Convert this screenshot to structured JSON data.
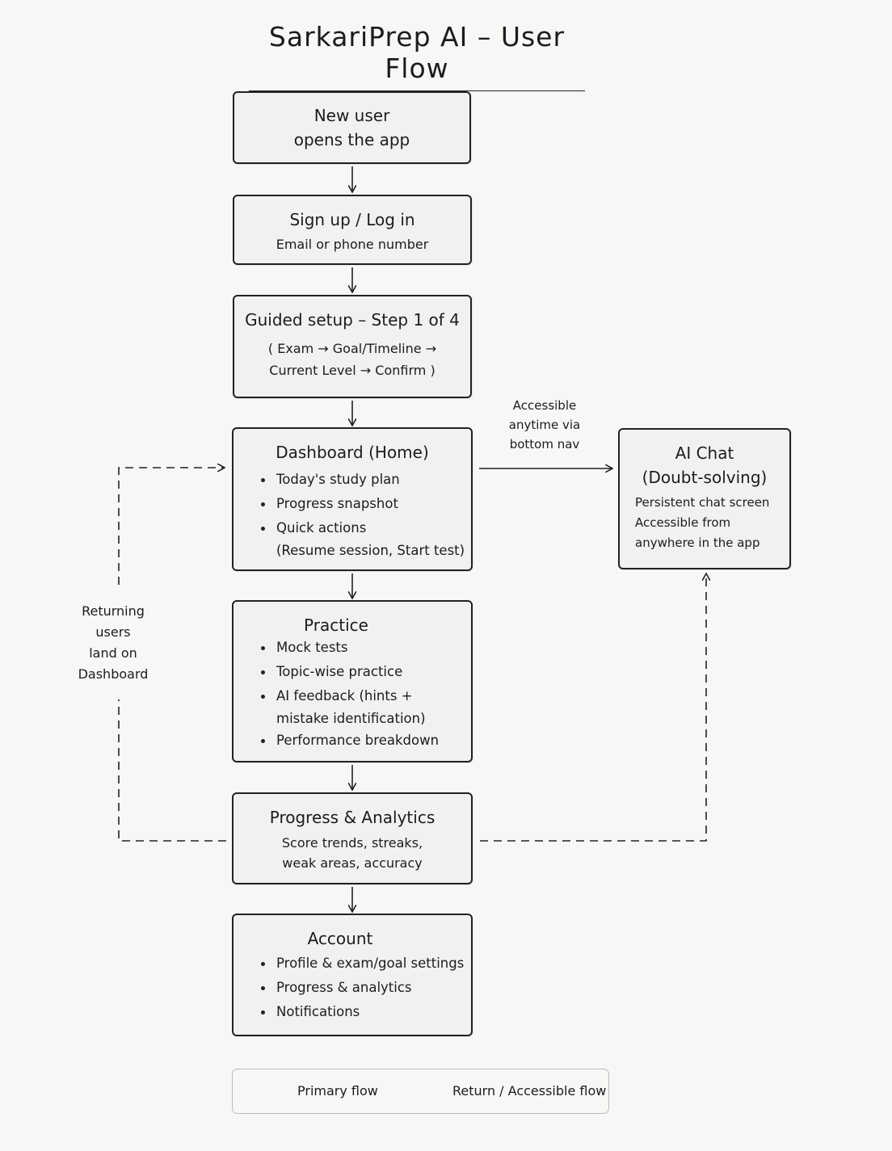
{
  "title": "SarkariPrep AI – User Flow",
  "nodes": {
    "new_user": {
      "lines": [
        "New user",
        "opens the app"
      ]
    },
    "signup": {
      "title": "Sign up / Log in",
      "subtitle": "Email or phone number"
    },
    "setup": {
      "title": "Guided setup – Step 1 of 4",
      "steps_line1": "( Exam → Goal/Timeline →",
      "steps_line2": "Current Level → Confirm )"
    },
    "dashboard": {
      "title": "Dashboard (Home)",
      "items": [
        "Today's study plan",
        "Progress snapshot",
        "Quick actions"
      ],
      "items_sub": "(Resume session, Start test)"
    },
    "practice": {
      "title": "Practice",
      "items": [
        "Mock tests",
        "Topic-wise practice",
        "AI feedback (hints +",
        "Performance breakdown"
      ],
      "items_sub": "mistake identification)"
    },
    "progress": {
      "title": "Progress & Analytics",
      "lines": [
        "Score trends, streaks,",
        "weak areas, accuracy"
      ]
    },
    "account": {
      "title": "Account",
      "items": [
        "Profile & exam/goal settings",
        "Progress & analytics",
        "Notifications"
      ]
    },
    "ai_chat": {
      "title_lines": [
        "AI Chat",
        "(Doubt-solving)"
      ],
      "lines": [
        "Persistent chat screen",
        "Accessible from",
        "anywhere in the app"
      ]
    }
  },
  "annotations": {
    "accessible": [
      "Accessible",
      "anytime via",
      "bottom nav"
    ],
    "returning": [
      "Returning",
      "users",
      "land on",
      "Dashboard"
    ]
  },
  "legend": {
    "primary": "Primary flow",
    "return": "Return / Accessible flow"
  },
  "colors": {
    "stroke": "#222222",
    "box_fill": "#f1f1ef",
    "background": "#f7f7f5"
  }
}
